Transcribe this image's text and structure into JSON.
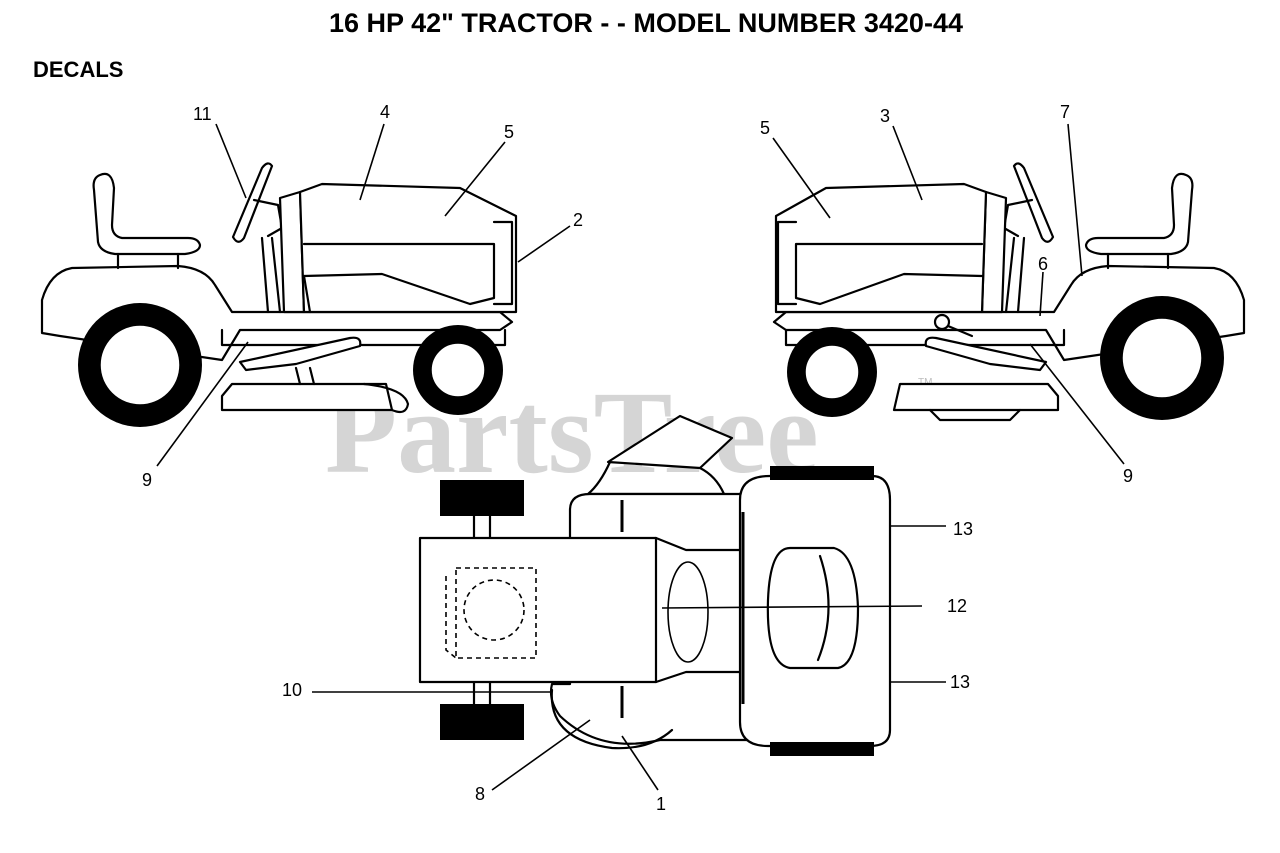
{
  "header": {
    "title": "16 HP 42\" TRACTOR - - MODEL NUMBER 3420-44",
    "section": "DECALS"
  },
  "watermark": {
    "text": "PartsTree",
    "trademark": "TM"
  },
  "callouts": {
    "left_view": [
      "11",
      "4",
      "5",
      "2",
      "9"
    ],
    "right_view": [
      "5",
      "3",
      "7",
      "6",
      "9"
    ],
    "top_view": [
      "13",
      "12",
      "13",
      "10",
      "8",
      "1"
    ]
  }
}
